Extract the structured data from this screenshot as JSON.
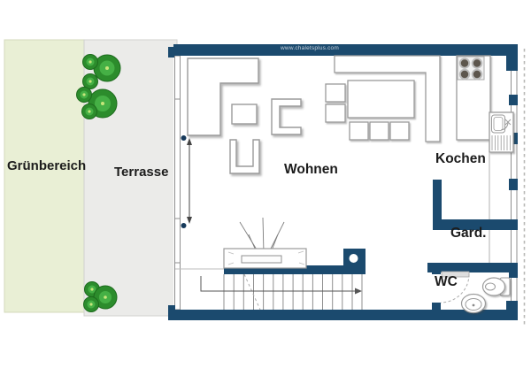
{
  "banner": {
    "text": "www.chaletsplus.com",
    "bg_color": "#1b4a6e",
    "text_color": "#c9d2dc"
  },
  "outdoor": {
    "green_area": {
      "label": "Grünbereich",
      "color": "#e9efd5"
    },
    "terrace": {
      "label": "Terrasse",
      "color": "#ebebe9"
    }
  },
  "rooms": {
    "living": {
      "label": "Wohnen"
    },
    "kitchen": {
      "label": "Kochen"
    },
    "wardrobe": {
      "label": "Gard."
    },
    "wc": {
      "label": "WC"
    }
  },
  "furniture_icons": [
    "corner-sofa-icon",
    "coffee-table-icon",
    "armchair-icon",
    "dining-table-icon",
    "dining-chair-icon",
    "kitchen-counter-icon",
    "stove-icon",
    "sink-icon",
    "fireplace-icon",
    "stairs-icon",
    "toilet-icon",
    "washbasin-icon",
    "bush-icon",
    "door-swing-icon",
    "sliding-door-arrow-icon"
  ],
  "colors": {
    "wall": "#1b4a6e",
    "furniture_outline": "#9a9a9a",
    "tree_dark": "#1d6b1d",
    "tree_mid": "#2c8c2c",
    "tree_light": "#45b045"
  }
}
